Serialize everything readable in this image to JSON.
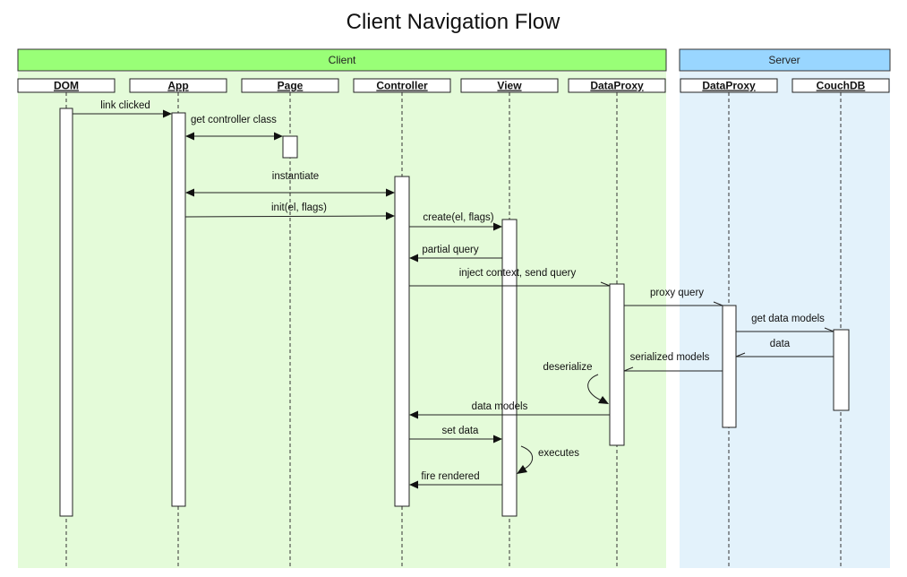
{
  "title": "Client Navigation Flow",
  "groups": [
    {
      "label": "Client",
      "color": "#99ff77",
      "bg": "#e4fbd9"
    },
    {
      "label": "Server",
      "color": "#99d6ff",
      "bg": "#e3f2fb"
    }
  ],
  "actors": [
    "DOM",
    "App",
    "Page",
    "Controller",
    "View",
    "DataProxy",
    "DataProxy",
    "CouchDB"
  ],
  "messages": [
    {
      "label": "link clicked",
      "from": "DOM",
      "to": "App"
    },
    {
      "label": "get controller class",
      "from": "App",
      "to": "Page",
      "bidirectional": true
    },
    {
      "label": "instantiate",
      "from": "App",
      "to": "Controller",
      "bidirectional": true
    },
    {
      "label": "init(el, flags)",
      "from": "App",
      "to": "Controller"
    },
    {
      "label": "create(el, flags)",
      "from": "Controller",
      "to": "View"
    },
    {
      "label": "partial query",
      "from": "View",
      "to": "Controller"
    },
    {
      "label": "inject context, send query",
      "from": "Controller",
      "to": "DataProxy"
    },
    {
      "label": "proxy query",
      "from": "DataProxy",
      "to": "DataProxy (Server)"
    },
    {
      "label": "get data models",
      "from": "DataProxy (Server)",
      "to": "CouchDB"
    },
    {
      "label": "data",
      "from": "CouchDB",
      "to": "DataProxy (Server)"
    },
    {
      "label": "serialized models",
      "from": "DataProxy (Server)",
      "to": "DataProxy"
    },
    {
      "label": "deserialize",
      "from": "DataProxy",
      "to": "DataProxy",
      "self": true
    },
    {
      "label": "data models",
      "from": "DataProxy",
      "to": "Controller"
    },
    {
      "label": "set data",
      "from": "Controller",
      "to": "View"
    },
    {
      "label": "executes",
      "from": "View",
      "to": "View",
      "self": true
    },
    {
      "label": "fire rendered",
      "from": "View",
      "to": "Controller"
    }
  ]
}
